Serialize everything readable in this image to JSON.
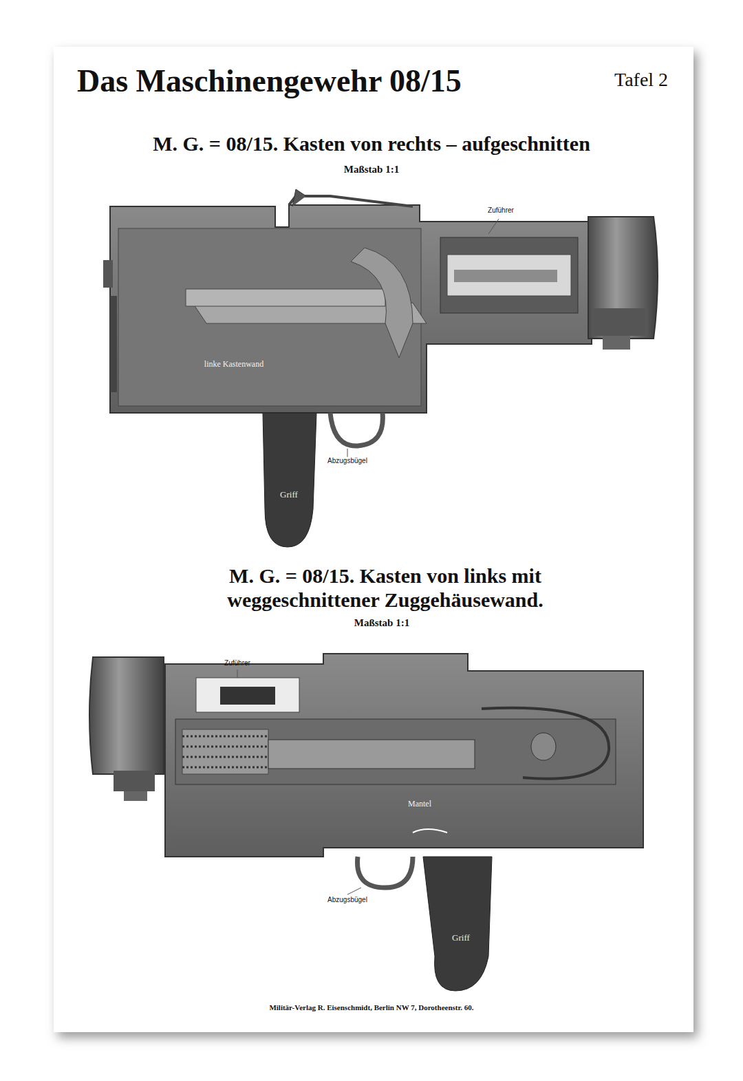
{
  "diagram": {
    "title": "Das Maschinengewehr 08/15",
    "labels": [
      "Tafel 2",
      "M. G. = 08/15. Kasten von rechts – aufgeschnitten",
      "Maßstab 1:1",
      "M. G. = 08/15. Kasten von links mit weggeschnittener Zuggehäusewand.",
      "Maßstab 1:1",
      "Griff",
      "Griff",
      "linke Kastenwand",
      "Mantel",
      "Zuführer",
      "Zuführer",
      "Abzugsbügel",
      "Abzugsbügel",
      "Militär-Verlag R. Eisenschmidt, Berlin NW 7, Dorotheenstr. 60."
    ]
  }
}
